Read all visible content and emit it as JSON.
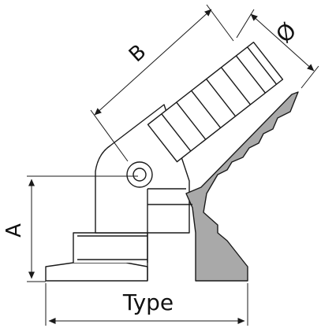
{
  "labels": {
    "dim_a": "A",
    "dim_b": "B",
    "dim_diameter": "Ø",
    "dim_type": "Type"
  },
  "colors": {
    "line": "#1a1a1a",
    "section_fill": "#a9a9a9",
    "body_fill": "#ffffff",
    "background": "#ffffff"
  }
}
